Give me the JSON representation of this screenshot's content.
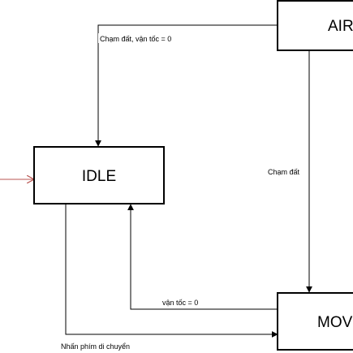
{
  "colors": {
    "line": "#000000",
    "entry_arrow": "#b85450",
    "background": "#ffffff"
  },
  "states": {
    "idle": "IDLE",
    "air": "AIR",
    "move": "MOVE"
  },
  "transitions": {
    "air_to_idle": "Chạm đất, vận tốc = 0",
    "air_to_move": "Chạm đất",
    "move_to_idle": "vận tốc = 0",
    "idle_to_move": "Nhấn phím di chuyển"
  }
}
